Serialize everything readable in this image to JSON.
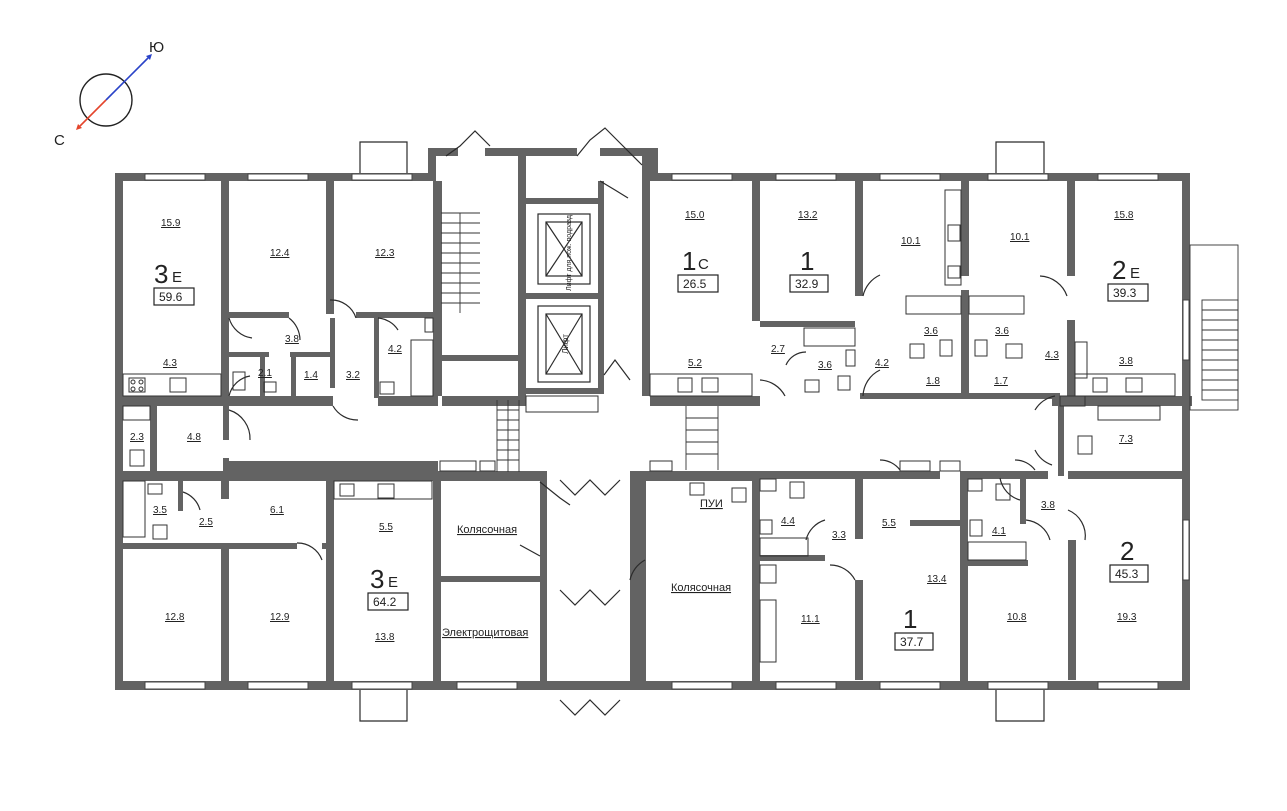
{
  "compass": {
    "north_label": "С",
    "south_label": "Ю"
  },
  "apartments": [
    {
      "id": "apt-3e-left-top",
      "type": "3",
      "suffix": "Е",
      "area": "59.6"
    },
    {
      "id": "apt-3e-left-bottom",
      "type": "3",
      "suffix": "Е",
      "area": "64.2"
    },
    {
      "id": "apt-1c",
      "type": "1",
      "suffix": "С",
      "area": "26.5"
    },
    {
      "id": "apt-1-top",
      "type": "1",
      "suffix": "",
      "area": "32.9"
    },
    {
      "id": "apt-2e",
      "type": "2",
      "suffix": "Е",
      "area": "39.3"
    },
    {
      "id": "apt-1-bottom",
      "type": "1",
      "suffix": "",
      "area": "37.7"
    },
    {
      "id": "apt-2-bottom",
      "type": "2",
      "suffix": "",
      "area": "45.3"
    }
  ],
  "rooms": {
    "r1": "15.9",
    "r2": "12.4",
    "r3": "12.3",
    "r4": "3.8",
    "r5": "4.3",
    "r6": "2.1",
    "r7": "1.4",
    "r8": "3.2",
    "r9": "4.2",
    "r10": "2.3",
    "r11": "4.8",
    "r12": "3.5",
    "r13": "2.5",
    "r14": "6.1",
    "r15": "5.5",
    "r16": "12.8",
    "r17": "12.9",
    "r18": "13.8",
    "r19": "15.0",
    "r20": "5.2",
    "r21": "13.2",
    "r22": "2.7",
    "r23": "3.6",
    "r24": "10.1",
    "r25": "10.1",
    "r26": "3.6",
    "r27": "3.6",
    "r28": "4.2",
    "r29": "1.8",
    "r30": "1.7",
    "r31": "4.3",
    "r32": "15.8",
    "r33": "3.8",
    "r34": "7.3",
    "r35": "4.4",
    "r36": "3.3",
    "r37": "5.5",
    "r38": "13.4",
    "r39": "11.1",
    "r40": "4.1",
    "r41": "3.8",
    "r42": "10.8",
    "r43": "19.3"
  },
  "named_rooms": {
    "stroller_left": "Колясочная",
    "electrical": "Электрощитовая",
    "stroller_right": "Колясочная",
    "pui": "ПУИ"
  },
  "elevators": {
    "fire_elevator": "Лифт для пож. подразд.",
    "elevator": "Лифт"
  }
}
